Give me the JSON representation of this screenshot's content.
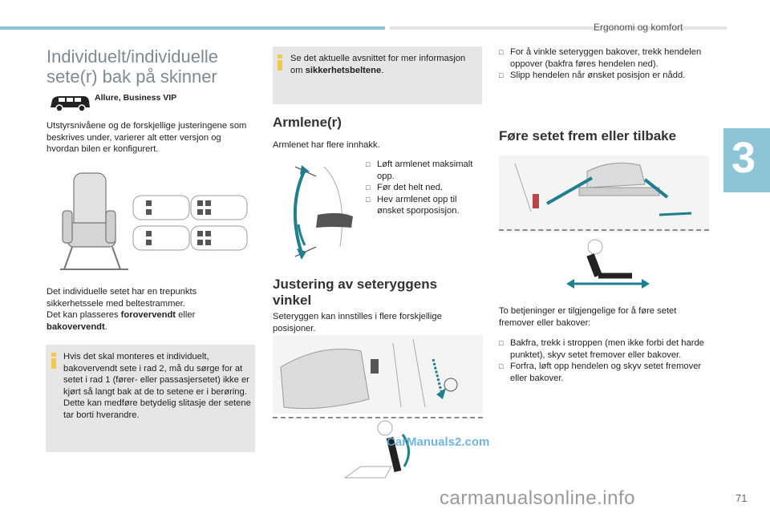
{
  "header": {
    "section_title": "Ergonomi og komfort",
    "chapter_number": "3",
    "page_number": "71"
  },
  "col1": {
    "title_line1": "Individuelt/individuelle",
    "title_line2": "sete(r) bak på skinner",
    "versions": "Allure, Business VIP",
    "intro": "Utstyrsnivåene og de forskjellige justeringene som beskrives under, varierer alt etter versjon og hvordan bilen er konfigurert.",
    "seat_p1": "Det individuelle setet har en trepunkts sikkerhetssele med beltestrammer.",
    "seat_p2_pre": "Det kan plasseres ",
    "seat_p2_b1": "forovervendt",
    "seat_p2_mid": " eller",
    "seat_p2_b2": "bakovervendt",
    "seat_p2_end": ".",
    "info_text_1": "Hvis det skal monteres et individuelt, bakovervendt sete i rad 2, må du sørge for at setet i rad 1 (fører- eller passasjersetet) ikke er kjørt så langt bak at de to setene er i berøring.",
    "info_text_2": "Dette kan medføre betydelig slitasje der setene tar borti hverandre."
  },
  "col2": {
    "info_pre": "Se det aktuelle avsnittet for mer informasjon om ",
    "info_bold": "sikkerhetsbeltene",
    "info_end": ".",
    "armrest_heading": "Armlene(r)",
    "armrest_intro": "Armlenet har flere innhakk.",
    "armrest_steps": [
      "Løft armlenet maksimalt opp.",
      "Før det helt ned.",
      "Hev armlenet opp til ønsket sporposisjon."
    ],
    "backrest_heading_1": "Justering av seteryggens",
    "backrest_heading_2": "vinkel",
    "backrest_intro": "Seteryggen kan innstilles i flere forskjellige posisjoner.",
    "watermark": "CarManuals2.com"
  },
  "col3": {
    "steps_top": [
      "For å vinkle seteryggen bakover, trekk hendelen oppover (bakfra føres hendelen ned).",
      "Slipp hendelen når ønsket posisjon er nådd."
    ],
    "move_heading": "Føre setet frem eller tilbake",
    "move_intro": "To betjeninger er tilgjengelige for å føre setet fremover eller bakover:",
    "move_steps": [
      "Bakfra, trekk i stroppen (men ikke forbi det harde punktet), skyv setet fremover eller bakover.",
      "Forfra, løft opp hendelen og skyv setet fremover eller bakover."
    ]
  },
  "footer": {
    "site": "carmanualsonline.info"
  },
  "colors": {
    "accent": "#8ec5d6",
    "info_icon": "#f2c94c",
    "arrow": "#1f7f8f",
    "box": "#e6e6e6"
  }
}
